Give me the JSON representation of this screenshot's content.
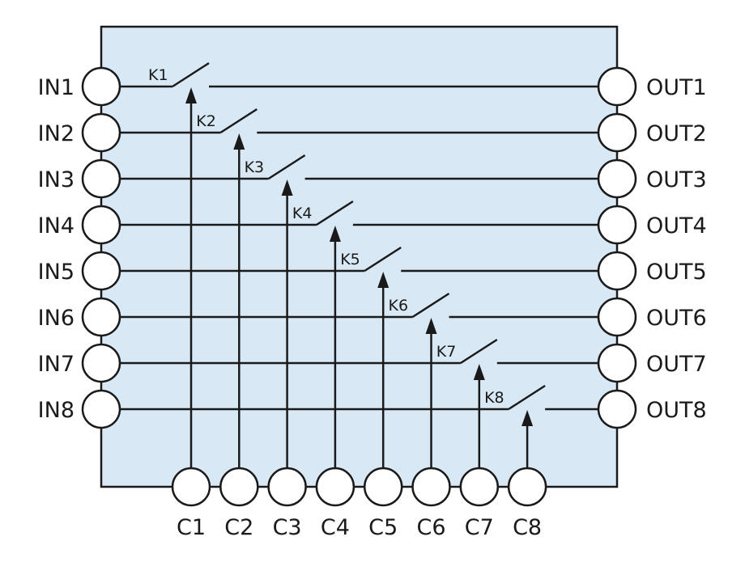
{
  "title_hidden": null,
  "colors": {
    "box_fill": "#d8e8f4",
    "stroke": "#1a1a1a",
    "terminal_fill": "#ffffff"
  },
  "inputs": [
    "IN1",
    "IN2",
    "IN3",
    "IN4",
    "IN5",
    "IN6",
    "IN7",
    "IN8"
  ],
  "outputs": [
    "OUT1",
    "OUT2",
    "OUT3",
    "OUT4",
    "OUT5",
    "OUT6",
    "OUT7",
    "OUT8"
  ],
  "controls": [
    "C1",
    "C2",
    "C3",
    "C4",
    "C5",
    "C6",
    "C7",
    "C8"
  ],
  "switches": [
    "K1",
    "K2",
    "K3",
    "K4",
    "K5",
    "K6",
    "K7",
    "K8"
  ]
}
